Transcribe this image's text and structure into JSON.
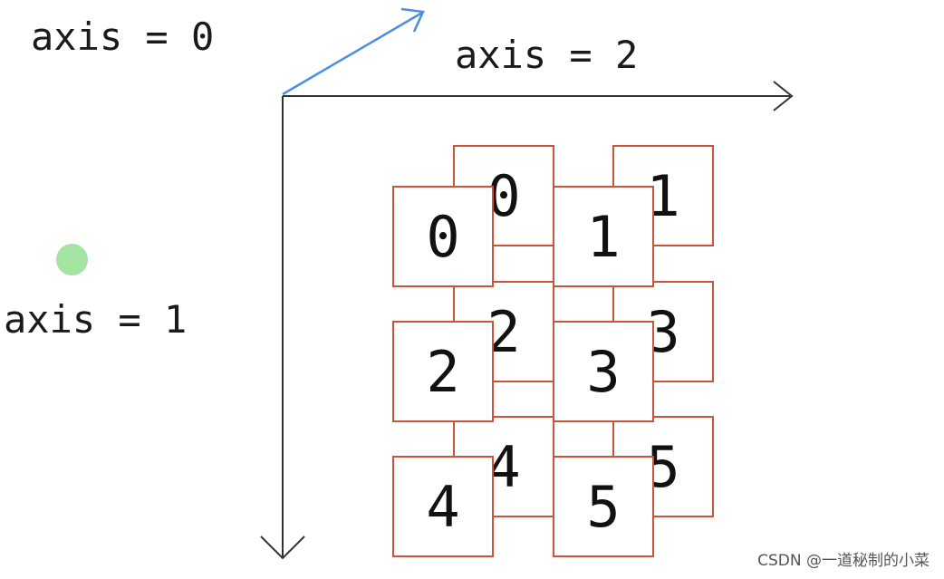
{
  "labels": {
    "axis0": "axis = 0",
    "axis1": "axis = 1",
    "axis2": "axis = 2"
  },
  "back_layer": [
    "0",
    "1",
    "2",
    "3",
    "4",
    "5"
  ],
  "front_layer": [
    "0",
    "1",
    "2",
    "3",
    "4",
    "5"
  ],
  "watermark": "CSDN @一道秘制的小菜",
  "colors": {
    "axis": "#333333",
    "axis0_arrow": "#4a90e2",
    "cell_border": "#c8553a",
    "dot": "#a3e4a3"
  }
}
